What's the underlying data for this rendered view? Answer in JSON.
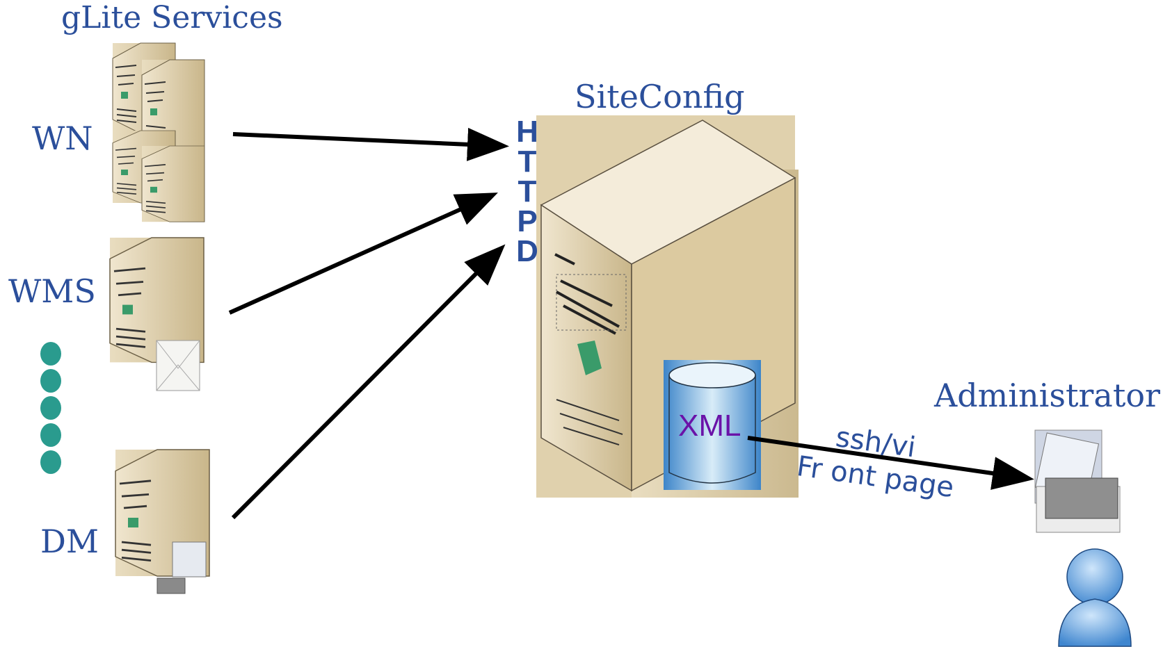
{
  "labels": {
    "glite": "gLite Services",
    "siteconfig": "SiteConfig",
    "administrator": "Administrator",
    "wn": "WN",
    "wms": "WMS",
    "dm": "DM",
    "xml": "XML",
    "ssh_vi": "ssh/vi",
    "frontpage": "Fr ont page"
  },
  "httpd_letters": [
    "H",
    "T",
    "T",
    "P",
    "D"
  ],
  "colors": {
    "label_blue": "#2b4f9b",
    "server_tan": "#d7c9a4",
    "xml_purple": "#6a12a8",
    "dot_teal": "#2a9b8e",
    "db_blue": "#5ea3dc",
    "arrow": "#000000"
  },
  "icons": [
    "server-cluster-icon",
    "server-mail-icon",
    "server-workstation-icon",
    "main-server-icon",
    "xml-database-icon",
    "admin-computer-icon",
    "person-icon"
  ]
}
